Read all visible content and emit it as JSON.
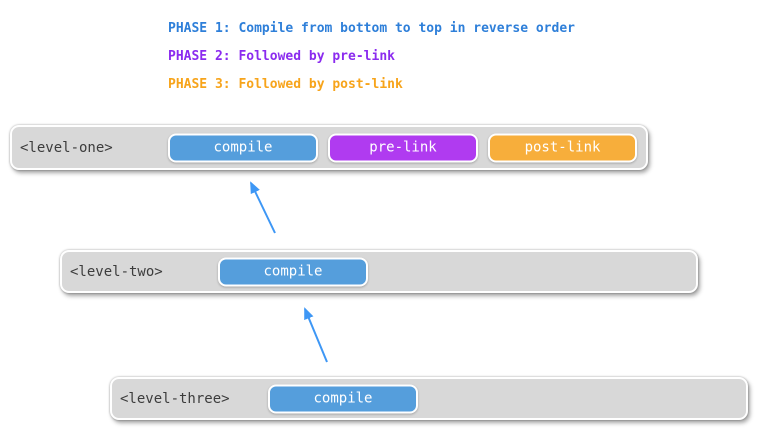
{
  "legend": {
    "lines": [
      {
        "text": "PHASE 1: Compile from bottom to top in reverse order",
        "color": "#2E7FD9"
      },
      {
        "text": "PHASE 2: Followed by pre-link",
        "color": "#8B2BEF"
      },
      {
        "text": "PHASE 3: Followed by post-link",
        "color": "#F7A41B"
      }
    ]
  },
  "rows": [
    {
      "tag": "<level-one>",
      "buttons": [
        {
          "label": "compile",
          "color": "#559EDC"
        },
        {
          "label": "pre-link",
          "color": "#B03BF0"
        },
        {
          "label": "post-link",
          "color": "#F7AE3B"
        }
      ]
    },
    {
      "tag": "<level-two>",
      "buttons": [
        {
          "label": "compile",
          "color": "#559EDC"
        }
      ]
    },
    {
      "tag": "<level-three>",
      "buttons": [
        {
          "label": "compile",
          "color": "#559EDC"
        }
      ]
    }
  ],
  "arrows": [
    {
      "from": [
        275,
        233
      ],
      "to": [
        251,
        183
      ]
    },
    {
      "from": [
        327,
        362
      ],
      "to": [
        305,
        309
      ]
    }
  ],
  "colors": {
    "arrow": "#3E97F5",
    "box_fill": "#D8D8D8",
    "box_border": "#FFFFFF",
    "tag_text": "#3C3C3C",
    "button_text": "#FFFFFF",
    "background": "#FFFFFF"
  }
}
